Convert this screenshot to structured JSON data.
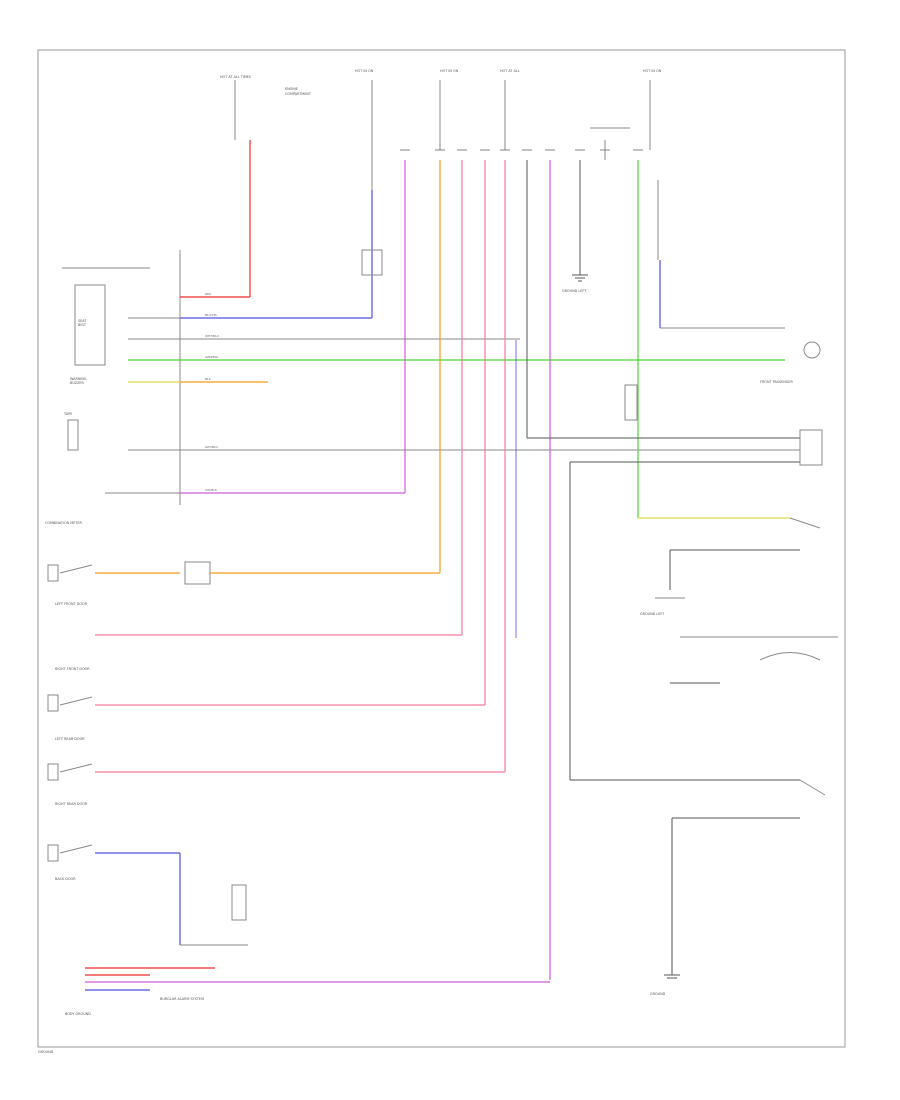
{
  "diagram": {
    "colors": {
      "red": "#ef2b2b",
      "blue": "#4f4fe6",
      "green": "#4fd13b",
      "orange": "#f59a1f",
      "pink": "#f27a9a",
      "magenta": "#cf5fd6",
      "yellow": "#dede4a",
      "purple": "#b06ad8",
      "black": "#555555",
      "gray": "#8a8a8a",
      "frame": "#9a9a9a"
    },
    "labels": {
      "combination_meter": "COMBINATION METER",
      "burglar_alarm": "BURGLAR ALARM SYSTEM",
      "ground_left": "GROUND LEFT",
      "footer": "GROUND"
    }
  }
}
